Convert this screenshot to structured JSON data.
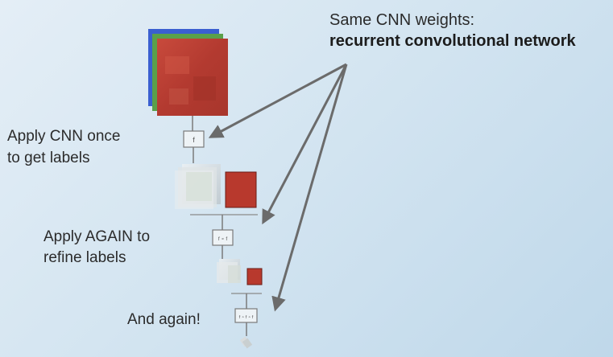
{
  "header": {
    "line1": "Same CNN weights:",
    "line2": "recurrent convolutional network"
  },
  "steps": [
    {
      "line1": "Apply CNN once",
      "line2": "to get labels",
      "box_text": "f"
    },
    {
      "line1": "Apply AGAIN to",
      "line2": "refine labels",
      "box_text": "f ∘ f"
    },
    {
      "line1": "And again!",
      "box_text": "f ∘ f ∘ f"
    }
  ],
  "colors": {
    "arrow": "#6b6b6b",
    "image_red": "#c0453a",
    "image_green": "#5aa04a",
    "image_blue": "#3a5fd0",
    "line": "#7a7a7a"
  }
}
